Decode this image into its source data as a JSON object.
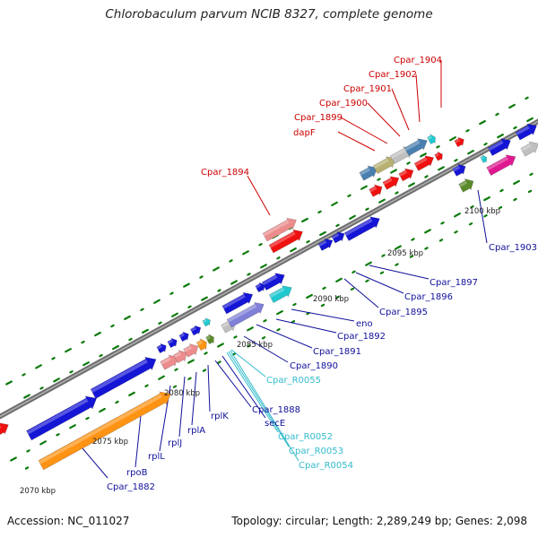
{
  "title": "Chlorobaculum parvum NCIB 8327, complete genome",
  "footer": {
    "accession": "Accession: NC_011027",
    "summary": "Topology: circular; Length: 2,289,249 bp; Genes: 2,098"
  },
  "colors": {
    "backbone": "#6e6e6e",
    "tick": "#0a7a0a",
    "label_red": "#cc0000",
    "label_blue": "#10109a",
    "label_cyan": "#33bbcc",
    "blue": "#1515d6",
    "orange": "#ff9414",
    "red": "#f01010",
    "pink": "#ec8c8c",
    "cyan": "#20c8d0",
    "steel": "#4a80b0",
    "khaki": "#b8b070",
    "lavender": "#8080d8",
    "gray": "#c0c0c0",
    "olive": "#5a8a2a",
    "magenta": "#e01890"
  },
  "scale_labels": [
    "2070 kbp",
    "2075 kbp",
    "2080 kbp",
    "2085 kbp",
    "2090 kbp",
    "2095 kbp",
    "2100 kbp"
  ],
  "gene_labels": {
    "top": [
      "Cpar_1894",
      "dapF",
      "Cpar_1899",
      "Cpar_1900",
      "Cpar_1901",
      "Cpar_1902",
      "Cpar_1904"
    ],
    "bottom": [
      "Cpar_1882",
      "rpoB",
      "rplL",
      "rplJ",
      "rplA",
      "rplK",
      "Cpar_1888",
      "secE",
      "Cpar_R0052",
      "Cpar_R0053",
      "Cpar_R0054",
      "Cpar_R0055",
      "Cpar_1890",
      "Cpar_1891",
      "Cpar_1892",
      "eno",
      "Cpar_1895",
      "Cpar_1896",
      "Cpar_1897",
      "Cpar_1903"
    ]
  }
}
